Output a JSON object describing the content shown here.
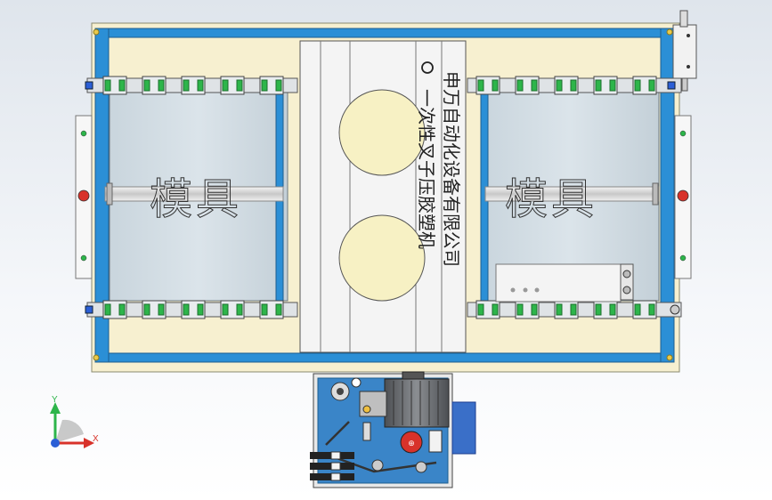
{
  "view": {
    "mold_label_left": "模具",
    "mold_label_right": "模具",
    "machine_title": "一次性叉子压胶塑机",
    "company_name": "申万自动化设备有限公司"
  },
  "axes": {
    "y_label": "Y",
    "x_label": "X"
  },
  "colors": {
    "frame_blue": "#2b8fd6",
    "frame_edge": "#1c5e8f",
    "plate_yellow": "#f7f0d0",
    "platen_white": "#f4f4f4",
    "circle_fill": "#f7f1c4",
    "rail_green": "#2db54a",
    "motor_gray": "#6b6e72",
    "tank_blue": "#3a85c8",
    "alert_red": "#d8322a"
  }
}
